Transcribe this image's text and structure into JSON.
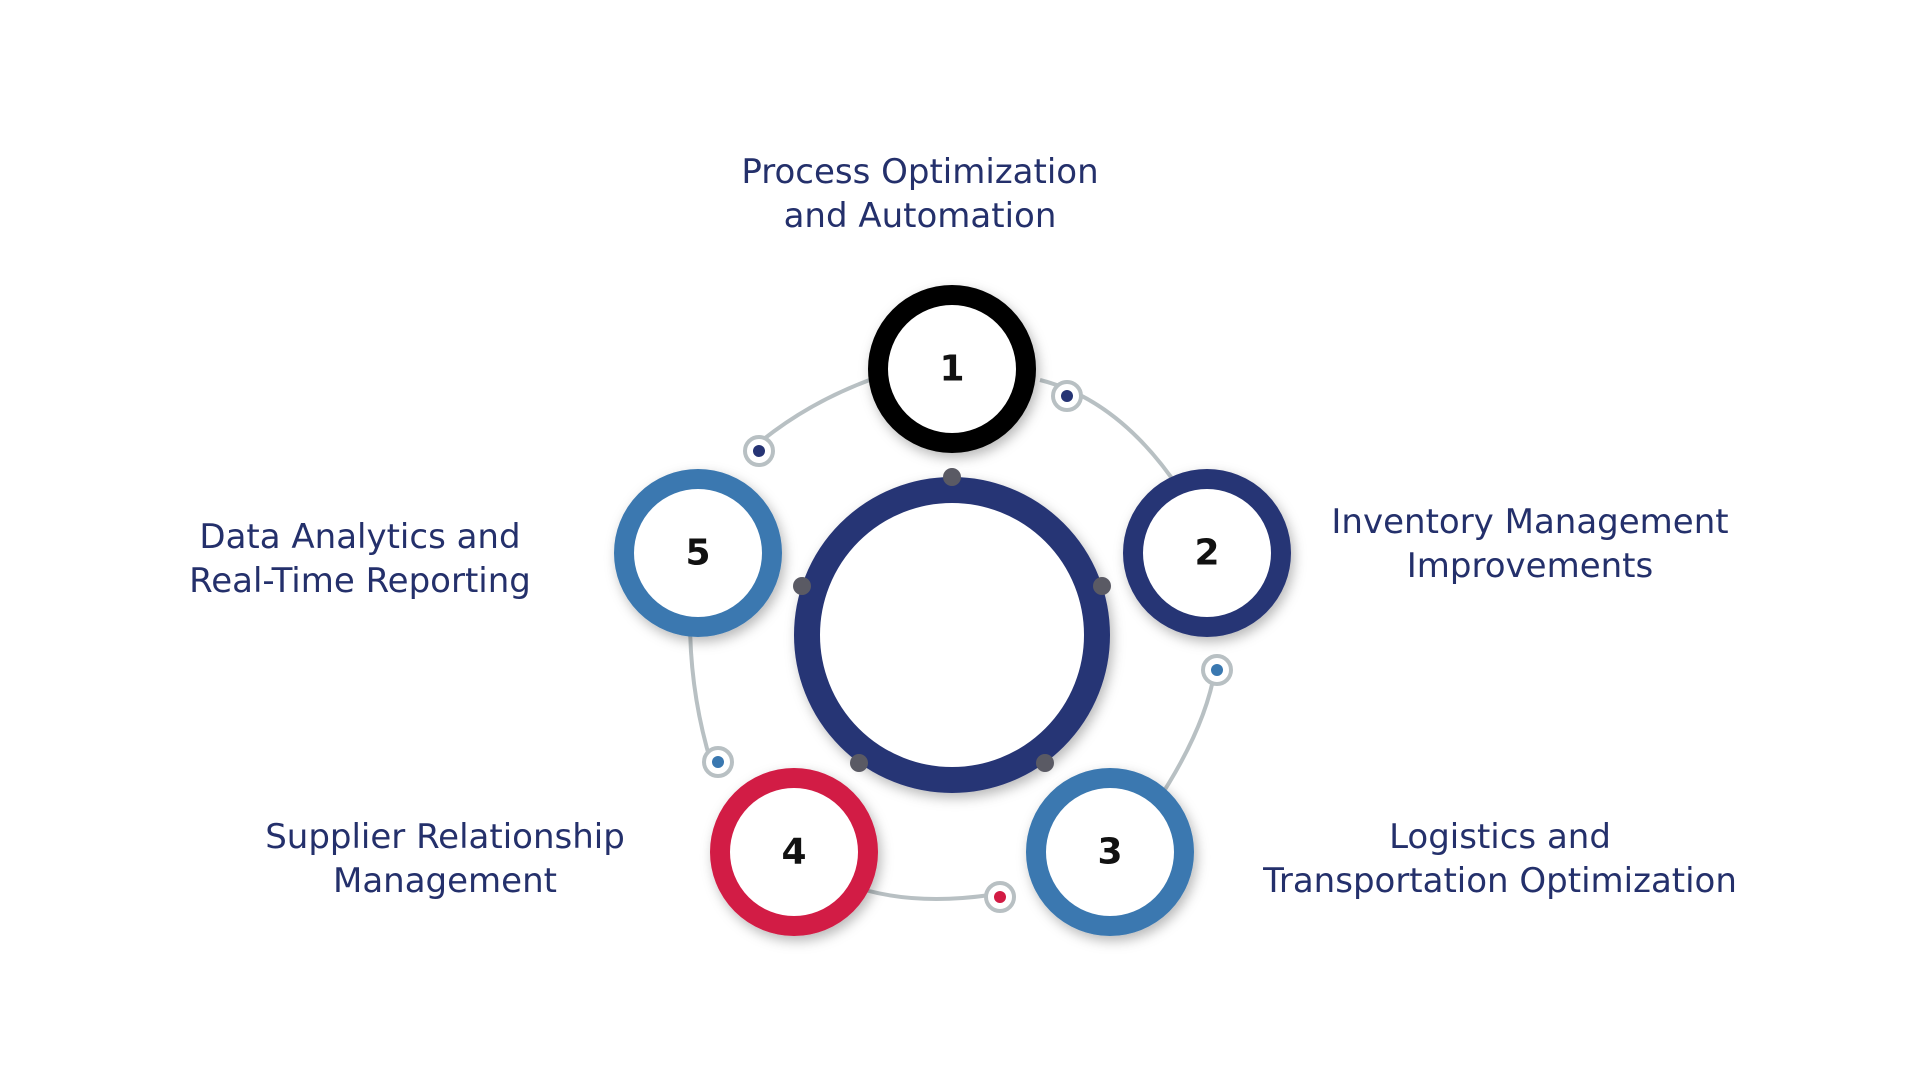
{
  "colors": {
    "navy": "#263474",
    "black": "#000000",
    "blue": "#3a78b0",
    "red": "#d21b44",
    "connector": "#b8c0c3",
    "hub_dot": "#5a5a64",
    "label_text": "#24306b"
  },
  "nodes": [
    {
      "number": "1",
      "ring_color": "black",
      "label_lines": [
        "Process Optimization",
        "and Automation"
      ]
    },
    {
      "number": "2",
      "ring_color": "navy",
      "label_lines": [
        "Inventory Management",
        "Improvements"
      ]
    },
    {
      "number": "3",
      "ring_color": "blue",
      "label_lines": [
        "Logistics and",
        "Transportation Optimization"
      ]
    },
    {
      "number": "4",
      "ring_color": "red",
      "label_lines": [
        "Supplier Relationship",
        "Management"
      ]
    },
    {
      "number": "5",
      "ring_color": "blue",
      "label_lines": [
        "Data Analytics and",
        "Real-Time Reporting"
      ]
    }
  ],
  "connector_dots": [
    {
      "between": "1-2",
      "color": "navy"
    },
    {
      "between": "2-3",
      "color": "blue"
    },
    {
      "between": "3-4",
      "color": "red"
    },
    {
      "between": "4-5",
      "color": "blue"
    },
    {
      "between": "5-1",
      "color": "navy"
    }
  ]
}
